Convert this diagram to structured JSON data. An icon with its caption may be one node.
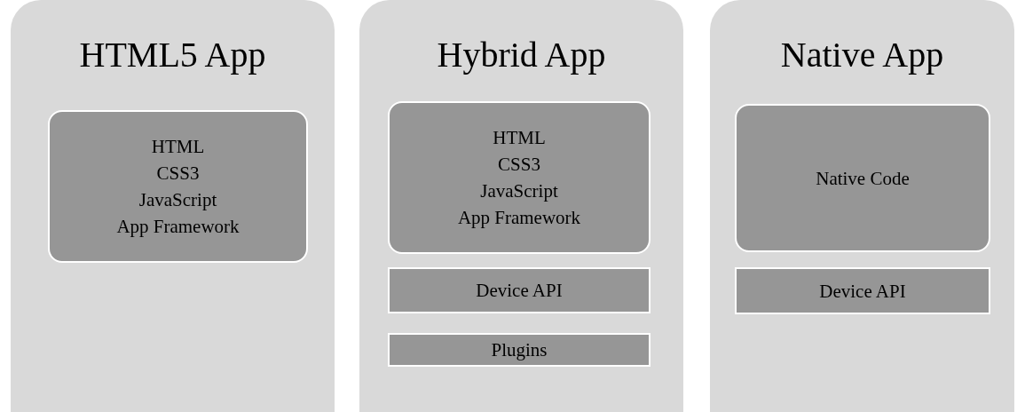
{
  "diagram": {
    "nodes": [
      {
        "text": [
          "HTML5 App"
        ]
      },
      {
        "text": [
          "HTML",
          "CSS3",
          "JavaScript",
          "App Framework"
        ],
        "in": 0
      },
      {
        "text": [
          "Hybrid App"
        ]
      },
      {
        "text": [
          "HTML",
          "CSS3",
          "JavaScript",
          "App Framework"
        ],
        "in": 2
      },
      {
        "text": [
          "Device API"
        ],
        "in": 2
      },
      {
        "text": [
          "Plugins"
        ],
        "in": 2
      },
      {
        "text": [
          "Native App"
        ]
      },
      {
        "text": [
          "Native Code"
        ],
        "in": 6
      },
      {
        "text": [
          "Device API"
        ],
        "in": 6
      }
    ]
  }
}
